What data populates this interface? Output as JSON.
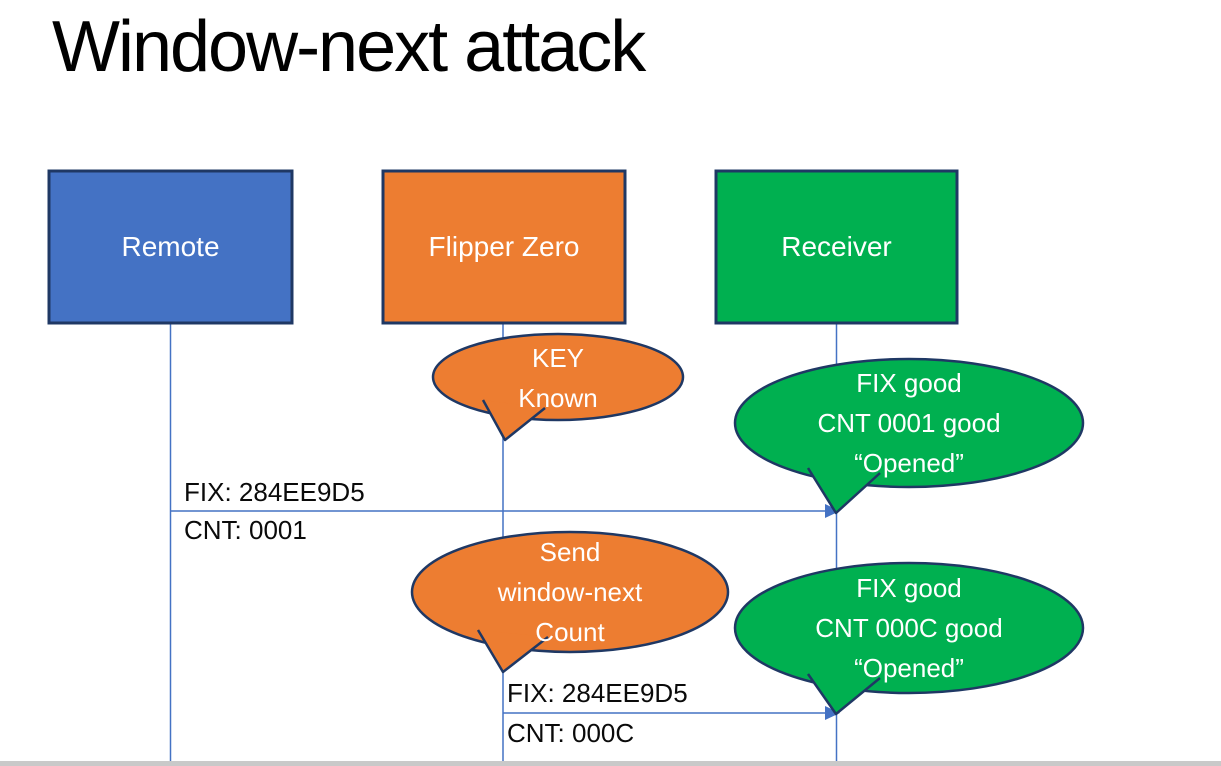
{
  "title": {
    "text": "Window-next attack"
  },
  "colors": {
    "blue": "#4472C4",
    "orange": "#ED7D31",
    "green": "#00B050",
    "border": "#1F3864",
    "line": "#4472C4",
    "label_light": "#FFFFFF",
    "label_dark": "#000000",
    "bottom_bar": "#C9C9C9"
  },
  "actors": [
    {
      "label": "Remote"
    },
    {
      "label": "Flipper Zero"
    },
    {
      "label": "Receiver"
    }
  ],
  "callouts": [
    {
      "lines": [
        "KEY",
        "Known"
      ]
    },
    {
      "lines": [
        "FIX good",
        "CNT 0001 good",
        "“Opened”"
      ]
    },
    {
      "lines": [
        "Send",
        "window-next",
        "Count"
      ]
    },
    {
      "lines": [
        "FIX good",
        "CNT 000C good",
        "“Opened”"
      ]
    }
  ],
  "messages": [
    {
      "fix": "FIX: 284EE9D5",
      "cnt": "CNT: 0001"
    },
    {
      "fix": "FIX: 284EE9D5",
      "cnt": "CNT: 000C"
    }
  ]
}
